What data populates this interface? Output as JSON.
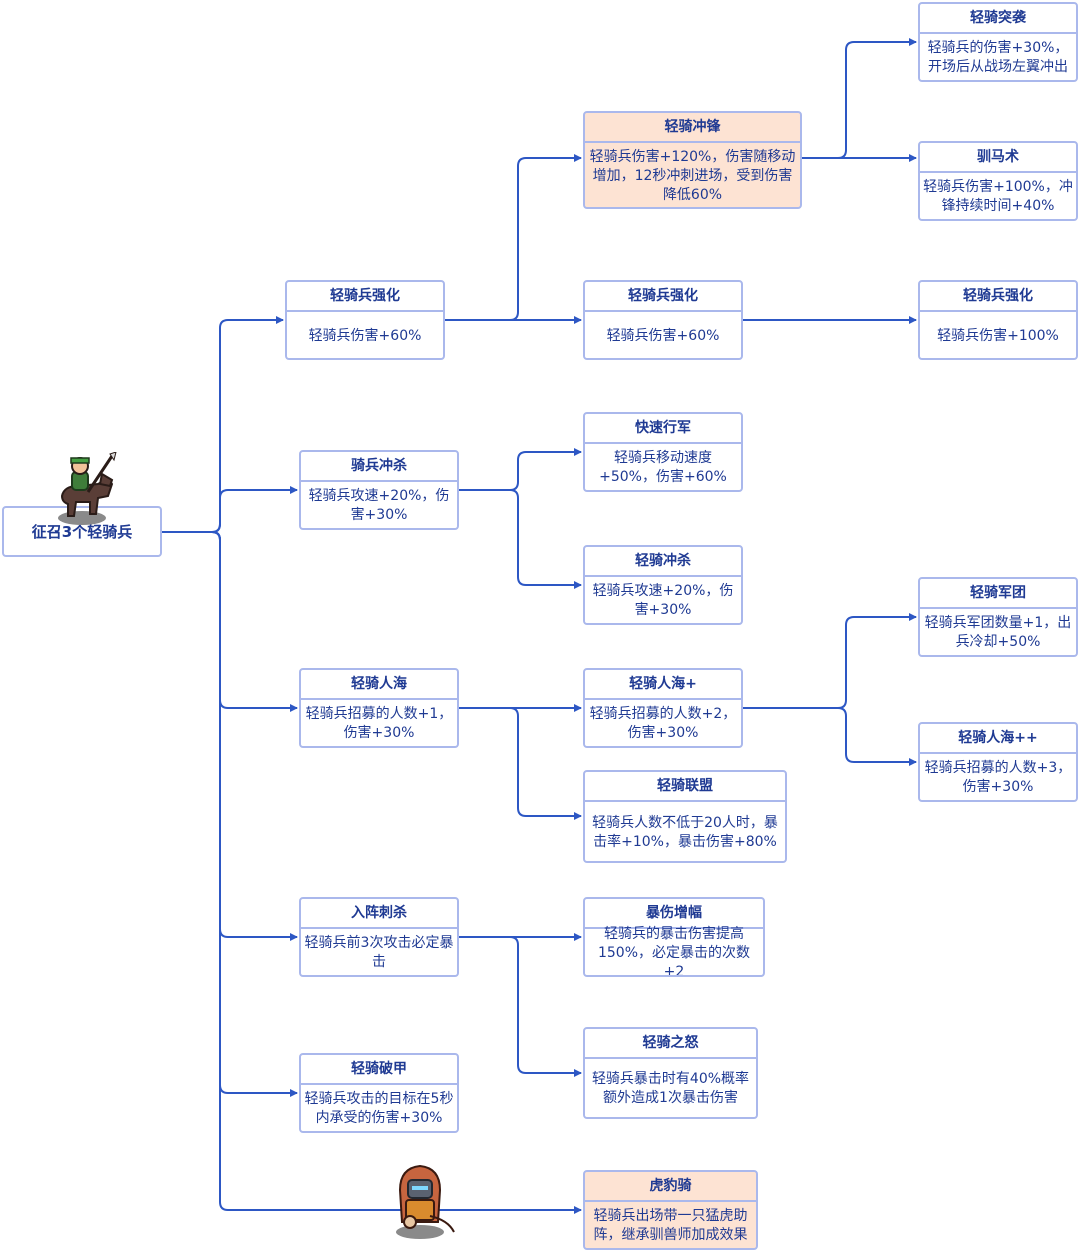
{
  "root": {
    "label": "征召3个轻骑兵",
    "icon": "cavalry-rider-icon"
  },
  "tiger_icon": "tiger-leopard-rider-icon",
  "colors": {
    "line": "#2d57c4",
    "border": "#aab8ec",
    "text": "#1f3a93",
    "highlight": "#fde3d3"
  },
  "nodes": [
    {
      "id": "qq_tuxi",
      "title": "轻骑突袭",
      "desc": "轻骑兵的伤害+30%，开场后从战场左翼冲出",
      "highlight": false
    },
    {
      "id": "qq_chongfeng",
      "title": "轻骑冲锋",
      "desc": "轻骑兵伤害+120%，伤害随移动增加，12秒冲刺进场，受到伤害降低60%",
      "highlight": true
    },
    {
      "id": "xunma",
      "title": "驯马术",
      "desc": "轻骑兵伤害+100%，冲锋持续时间+40%",
      "highlight": false
    },
    {
      "id": "qqb_qh1",
      "title": "轻骑兵强化",
      "desc": "轻骑兵伤害+60%",
      "highlight": false
    },
    {
      "id": "qqb_qh2",
      "title": "轻骑兵强化",
      "desc": "轻骑兵伤害+60%",
      "highlight": false
    },
    {
      "id": "qqb_qh3",
      "title": "轻骑兵强化",
      "desc": "轻骑兵伤害+100%",
      "highlight": false
    },
    {
      "id": "kuaisu",
      "title": "快速行军",
      "desc": "轻骑兵移动速度+50%，伤害+60%",
      "highlight": false
    },
    {
      "id": "qb_chongsha",
      "title": "骑兵冲杀",
      "desc": "轻骑兵攻速+20%，伤害+30%",
      "highlight": false
    },
    {
      "id": "qq_chongsha",
      "title": "轻骑冲杀",
      "desc": "轻骑兵攻速+20%，伤害+30%",
      "highlight": false
    },
    {
      "id": "qq_juntuan",
      "title": "轻骑军团",
      "desc": "轻骑兵军团数量+1，出兵冷却+50%",
      "highlight": false
    },
    {
      "id": "renhai",
      "title": "轻骑人海",
      "desc": "轻骑兵招募的人数+1，伤害+30%",
      "highlight": false
    },
    {
      "id": "renhai_p",
      "title": "轻骑人海+",
      "desc": "轻骑兵招募的人数+2，伤害+30%",
      "highlight": false
    },
    {
      "id": "renhai_pp",
      "title": "轻骑人海++",
      "desc": "轻骑兵招募的人数+3，伤害+30%",
      "highlight": false
    },
    {
      "id": "lianmeng",
      "title": "轻骑联盟",
      "desc": "轻骑兵人数不低于20人时，暴击率+10%，暴击伤害+80%",
      "highlight": false
    },
    {
      "id": "ruzhen",
      "title": "入阵刺杀",
      "desc": "轻骑兵前3次攻击必定暴击",
      "highlight": false
    },
    {
      "id": "baoshang",
      "title": "暴伤增幅",
      "desc": "轻骑兵的暴击伤害提高150%，必定暴击的次数+2",
      "highlight": false
    },
    {
      "id": "zhinu",
      "title": "轻骑之怒",
      "desc": "轻骑兵暴击时有40%概率额外造成1次暴击伤害",
      "highlight": false
    },
    {
      "id": "pojia",
      "title": "轻骑破甲",
      "desc": "轻骑兵攻击的目标在5秒内承受的伤害+30%",
      "highlight": false
    },
    {
      "id": "hubaoqi",
      "title": "虎豹骑",
      "desc": "轻骑兵出场带一只猛虎助阵，继承驯兽师加成效果",
      "highlight": true
    }
  ]
}
